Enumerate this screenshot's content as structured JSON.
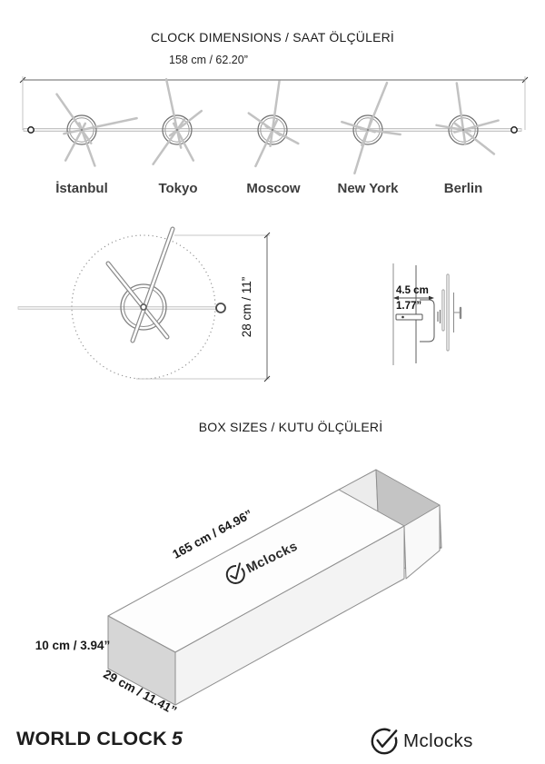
{
  "header": {
    "title": "CLOCK DIMENSIONS / SAAT ÖLÇÜLERİ"
  },
  "clock_row": {
    "width_label": "158 cm / 62.20”",
    "cities": [
      "İstanbul",
      "Tokyo",
      "Moscow",
      "New York",
      "Berlin"
    ]
  },
  "clock_detail": {
    "diameter_label": "28 cm / 11”",
    "depth_cm": "4.5 cm",
    "depth_in": "1.77”"
  },
  "box_section": {
    "title": "BOX SIZES / KUTU ÖLÇÜLERİ",
    "length_label": "165 cm / 64.96”",
    "height_label": "10 cm / 3.94”",
    "depth_label": "29 cm / 11.41”",
    "logo_text": "Mclocks"
  },
  "footer": {
    "product_name": "WORLD CLOCK",
    "product_number": "5",
    "brand": "Mclocks"
  },
  "colors": {
    "line": "#8f8f8f",
    "box_side": "#d6d6d6",
    "tray_dark": "#c4c4c4",
    "hands": "#c2c2c2"
  }
}
